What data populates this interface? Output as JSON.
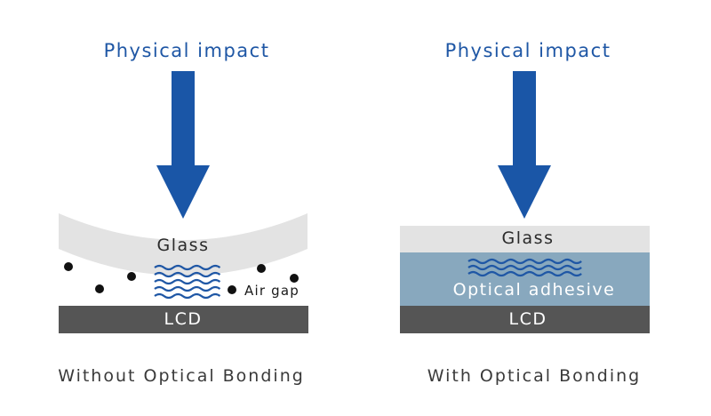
{
  "left": {
    "impact_label": "Physical impact",
    "glass_label": "Glass",
    "air_gap_label": "Air gap",
    "lcd_label": "LCD",
    "caption": "Without Optical Bonding"
  },
  "right": {
    "impact_label": "Physical impact",
    "glass_label": "Glass",
    "adhesive_label": "Optical adhesive",
    "lcd_label": "LCD",
    "caption": "With Optical Bonding"
  },
  "colors": {
    "arrow": "#1a56a7",
    "glass": "#e3e3e3",
    "lcd": "#555555",
    "adhesive": "#88a8be",
    "wave": "#1f57a5",
    "dot": "#111111"
  }
}
